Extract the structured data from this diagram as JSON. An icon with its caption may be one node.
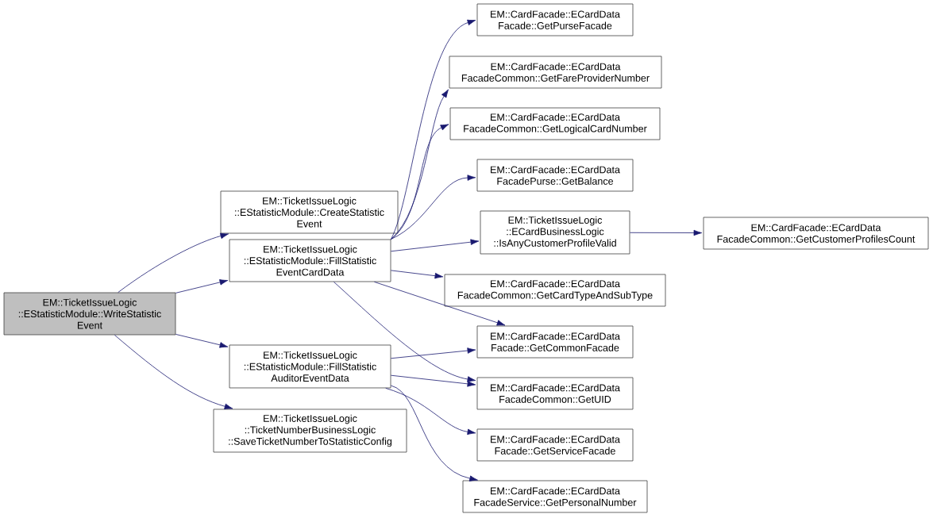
{
  "diagram": {
    "nodes": [
      {
        "text": [
          "EM::TicketIssueLogic ::EStatisticModule::WriteStatistic Event"
        ]
      },
      {
        "text": [
          "EM::TicketIssueLogic ::EStatisticModule::CreateStatistic Event"
        ]
      },
      {
        "text": [
          "EM::TicketIssueLogic ::EStatisticModule::FillStatistic EventCardData"
        ]
      },
      {
        "text": [
          "EM::TicketIssueLogic ::EStatisticModule::FillStatistic AuditorEventData"
        ]
      },
      {
        "text": [
          "EM::TicketIssueLogic ::TicketNumberBusinessLogic ::SaveTicketNumberToStatisticConfig"
        ]
      },
      {
        "text": [
          "EM::CardFacade::ECardData Facade::GetPurseFacade"
        ]
      },
      {
        "text": [
          "EM::CardFacade::ECardData FacadeCommon::GetFareProviderNumber"
        ]
      },
      {
        "text": [
          "EM::CardFacade::ECardData FacadeCommon::GetLogicalCardNumber"
        ]
      },
      {
        "text": [
          "EM::CardFacade::ECardData FacadePurse::GetBalance"
        ]
      },
      {
        "text": [
          "EM::TicketIssueLogic ::ECardBusinessLogic ::IsAnyCustomerProfileValid"
        ]
      },
      {
        "text": [
          "EM::CardFacade::ECardData FacadeCommon::GetCustomerProfilesCount"
        ]
      },
      {
        "text": [
          "EM::CardFacade::ECardData FacadeCommon::GetCardTypeAndSubType"
        ]
      },
      {
        "text": [
          "EM::CardFacade::ECardData Facade::GetCommonFacade"
        ]
      },
      {
        "text": [
          "EM::CardFacade::ECardData FacadeCommon::GetUID"
        ]
      },
      {
        "text": [
          "EM::CardFacade::ECardData Facade::GetServiceFacade"
        ]
      },
      {
        "text": [
          "EM::CardFacade::ECardData FacadeService::GetPersonalNumber"
        ]
      }
    ],
    "edges": [
      {
        "from": 0,
        "to": 1,
        "arrow": "to"
      },
      {
        "from": 0,
        "to": 2,
        "arrow": "to"
      },
      {
        "from": 0,
        "to": 3,
        "arrow": "to"
      },
      {
        "from": 0,
        "to": 4,
        "arrow": "to"
      },
      {
        "from": 2,
        "to": 5,
        "arrow": "to"
      },
      {
        "from": 2,
        "to": 6,
        "arrow": "to"
      },
      {
        "from": 2,
        "to": 7,
        "arrow": "to"
      },
      {
        "from": 2,
        "to": 8,
        "arrow": "to"
      },
      {
        "from": 2,
        "to": 9,
        "arrow": "to"
      },
      {
        "from": 2,
        "to": 11,
        "arrow": "to"
      },
      {
        "from": 2,
        "to": 12,
        "arrow": "to"
      },
      {
        "from": 2,
        "to": 13,
        "arrow": "to"
      },
      {
        "from": 9,
        "to": 10,
        "arrow": "to"
      },
      {
        "from": 3,
        "to": 12,
        "arrow": "to"
      },
      {
        "from": 3,
        "to": 13,
        "arrow": "to"
      },
      {
        "from": 3,
        "to": 14,
        "arrow": "to"
      },
      {
        "from": 3,
        "to": 15,
        "arrow": "to"
      }
    ]
  }
}
